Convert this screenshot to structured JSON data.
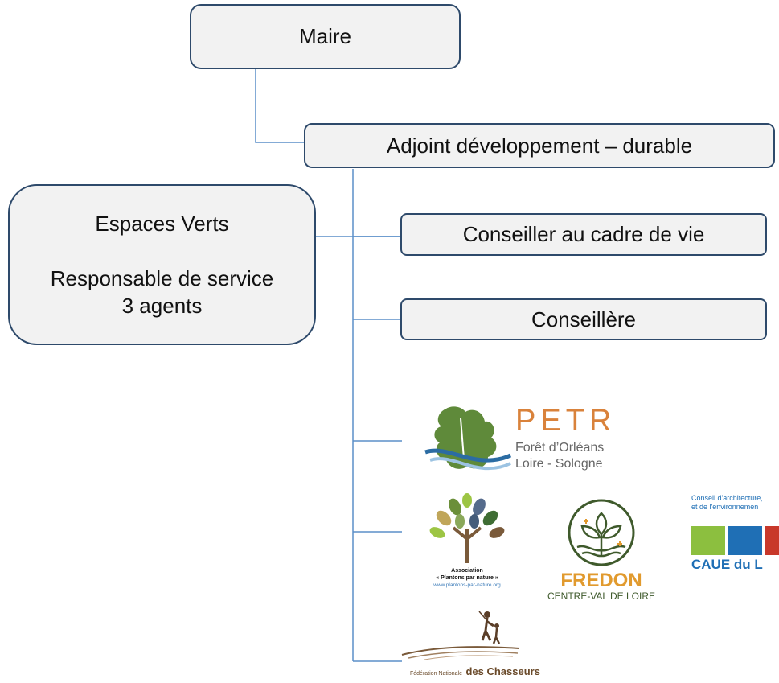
{
  "org_chart": {
    "mayor": "Maire",
    "deputy": "Adjoint développement – durable",
    "green_spaces": {
      "title": "Espaces Verts",
      "role": "Responsable de service",
      "staff": "3 agents"
    },
    "living_councillor": "Conseiller au cadre de vie",
    "councillor": "Conseillère"
  },
  "partners": {
    "petr": {
      "name": "PETR",
      "line1": "Forêt d’Orléans",
      "line2": "Loire - Sologne"
    },
    "plantons": {
      "line1": "Association",
      "line2": "« Plantons par nature »",
      "line3": "www.plantons-par-nature.org"
    },
    "fredon": {
      "name": "FREDON",
      "region": "CENTRE-VAL DE LOIRE"
    },
    "caue": {
      "line1": "Conseil d'architecture,",
      "line2": "et de l'environnemen",
      "name": "CAUE du L"
    },
    "fnc": {
      "prefix": "Fédération Nationale",
      "suffix": "des Chasseurs"
    }
  },
  "colors": {
    "box_fill": "#f2f2f2",
    "box_border": "#2e4a6b",
    "connector": "#5b8fc9",
    "petr_orange": "#d9823b",
    "petr_text": "#666666",
    "fredon_green": "#3f5a2c",
    "fredon_orange": "#e19a2e",
    "caue_green": "#8cbf3f",
    "caue_blue": "#1f6fb5",
    "caue_red": "#c8382a"
  }
}
